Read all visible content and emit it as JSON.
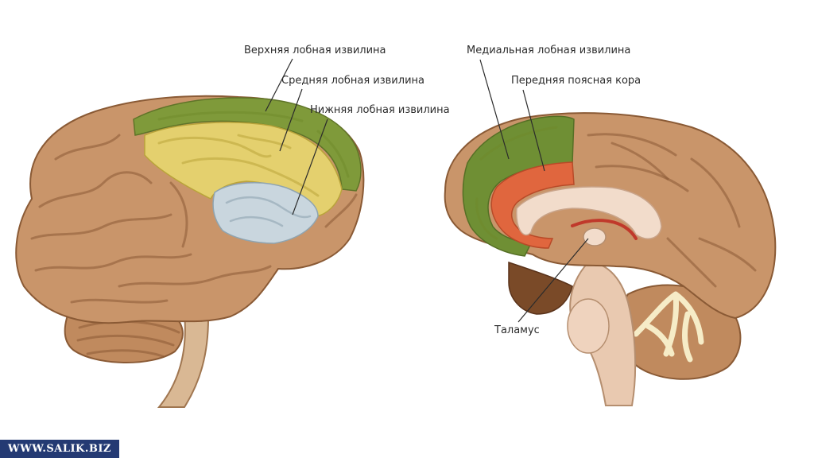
{
  "left_brain": {
    "label_superior": "Верхняя лобная извилина",
    "label_middle": "Средняя лобная извилина",
    "label_inferior": "Нижняя лобная извилина"
  },
  "right_brain": {
    "label_medial": "Медиальная лобная извилина",
    "label_cingulate": "Передняя поясная кора",
    "label_thalamus": "Таламус"
  },
  "colors": {
    "cortex": "#c9956a",
    "superior_frontal": "#7f9a3a",
    "middle_frontal": "#e4d06e",
    "inferior_frontal": "#c9d6de",
    "medial_frontal": "#6f8f34",
    "anterior_cingulate": "#e0663e",
    "brainstem": "#e9c9b0",
    "cerebellum": "#c08a5e"
  },
  "watermark": "WWW.SALIK.BIZ"
}
